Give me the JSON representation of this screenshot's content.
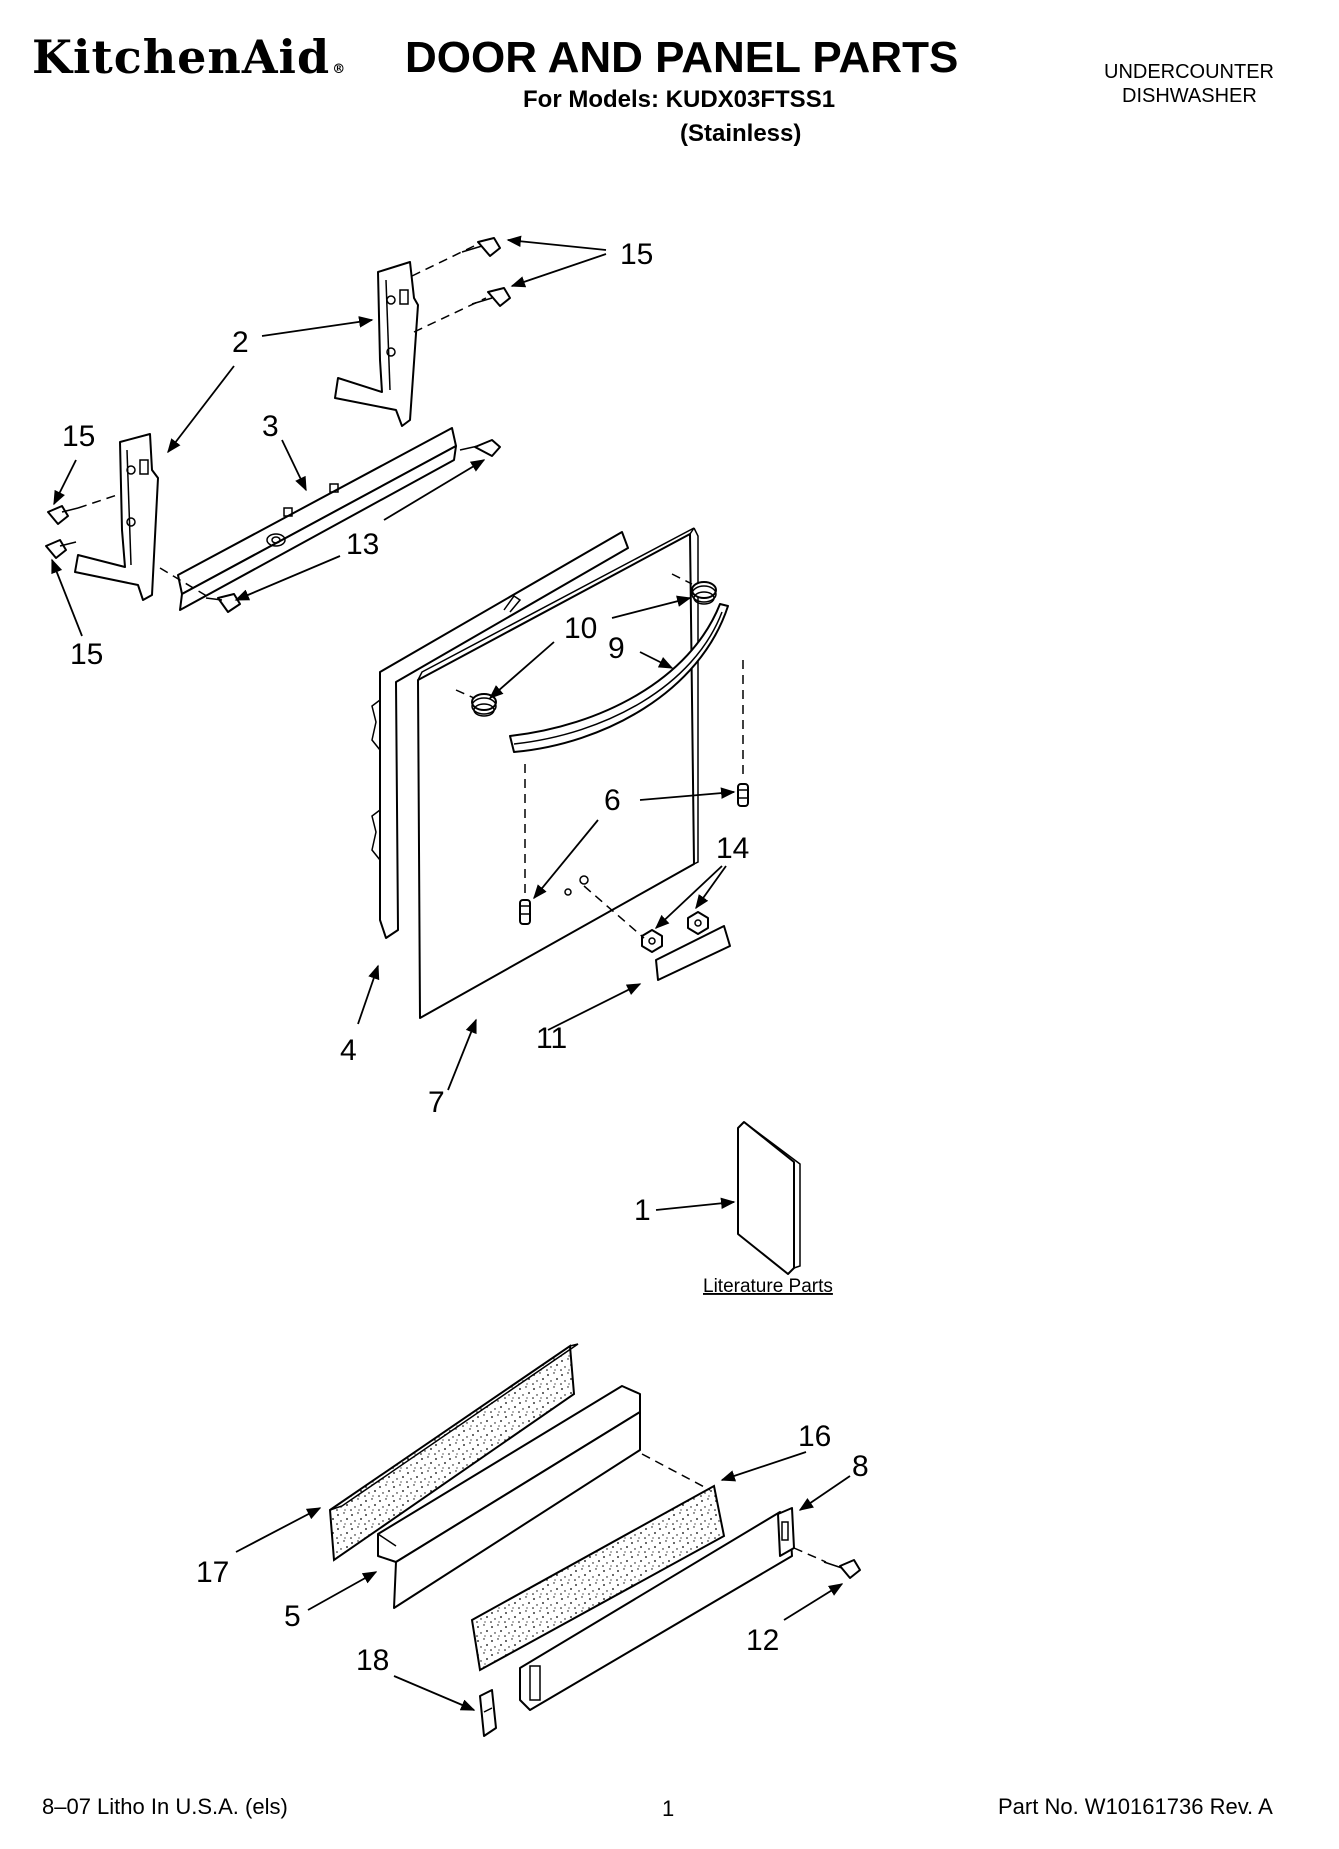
{
  "header": {
    "brand": "KitchenAid",
    "brand_mark": "®",
    "title": "DOOR AND PANEL PARTS",
    "models_line": "For Models: KUDX03FTSS1",
    "variant": "(Stainless)",
    "appliance_type_line1": "UNDERCOUNTER",
    "appliance_type_line2": "DISHWASHER"
  },
  "diagram": {
    "labels": {
      "p1": "1",
      "p2": "2",
      "p3": "3",
      "p4": "4",
      "p5": "5",
      "p6": "6",
      "p7": "7",
      "p8": "8",
      "p9": "9",
      "p10": "10",
      "p11": "11",
      "p12": "12",
      "p13": "13",
      "p14": "14",
      "p15": "15",
      "p16": "16",
      "p17": "17",
      "p18": "18"
    },
    "literature_caption": "Literature Parts"
  },
  "footer": {
    "litho": "8–07 Litho In U.S.A. (els)",
    "page_number": "1",
    "part_number": "Part No. W10161736 Rev. A"
  }
}
